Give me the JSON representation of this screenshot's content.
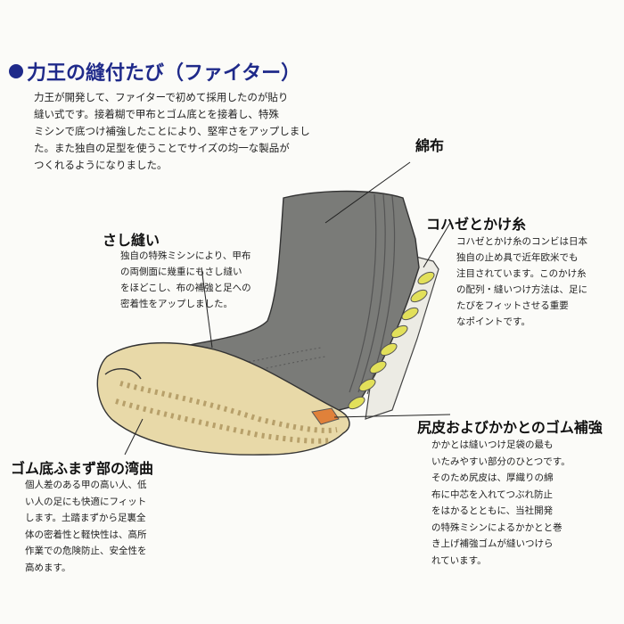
{
  "title": "力王の縫付たび（ファイター）",
  "intro": [
    "力王が開発して、ファイターで初めて採用したのが貼り",
    "縫い式です。接着糊で甲布とゴム底とを接着し、特殊",
    "ミシンで底つけ補強したことにより、堅牢さをアップしまし",
    "た。また独自の足型を使うことでサイズの均一な製品が",
    "つくれるようになりました。"
  ],
  "cotton": {
    "label": "綿布"
  },
  "kohaze": {
    "label": "コハゼとかけ糸",
    "text": [
      "コハゼとかけ糸のコンビは日本",
      "独自の止め具で近年欧米でも",
      "注目されています。このかけ糸",
      "の配列・縫いつけ方法は、足に",
      "たびをフィットさせる重要",
      "なポイントです。"
    ]
  },
  "sashinui": {
    "label": "さし縫い",
    "text": [
      "独自の特殊ミシンにより、甲布",
      "の両側面に幾重にもさし縫い",
      "をほどこし、布の補強と足への",
      "密着性をアップしました。"
    ]
  },
  "heel": {
    "label": "尻皮およびかかとのゴム補強",
    "text": [
      "かかとは縫いつけ足袋の最も",
      "いたみやすい部分のひとつです。",
      "そのため尻皮は、厚織りの綿",
      "布に中芯を入れてつぶれ防止",
      "をはかるとともに、当社開発",
      "の特殊ミシンによるかかとと巻",
      "き上げ補強ゴムが縫いつけら",
      "れています。"
    ]
  },
  "sole": {
    "label": "ゴム底ふまず部の湾曲",
    "text": [
      "個人差のある甲の高い人、低",
      "い人の足にも快適にフィット",
      "します。土踏まずから足裏全",
      "体の密着性と軽快性は、高所",
      "作業での危険防止、安全性を",
      "高めます。"
    ]
  }
}
